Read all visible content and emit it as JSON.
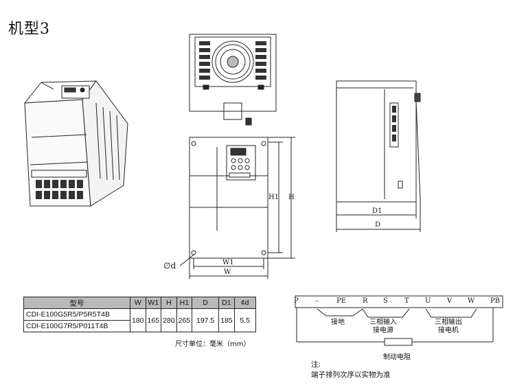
{
  "title": "机型3",
  "dims": {
    "h1": "H1",
    "h": "H",
    "w1": "W1",
    "w": "W",
    "d1": "D1",
    "d": "D",
    "hole": "∅d"
  },
  "spec_table": {
    "headers": [
      "型号",
      "W",
      "W1",
      "H",
      "H1",
      "D",
      "D1",
      "¢d"
    ],
    "models": [
      "CDI-E100G5R5/P5R5T4B",
      "CDI-E100G7R5/P011T4B"
    ],
    "values": [
      "180",
      "165",
      "280",
      "265",
      "197.5",
      "185",
      "5.5"
    ]
  },
  "unit_note": "尺寸单位：毫米（mm）",
  "terminals": {
    "labels": [
      "P",
      "–",
      "PE",
      "R",
      "S",
      "T",
      "U",
      "V",
      "W",
      "PB"
    ],
    "ground": "接地",
    "input_line1": "三相输入",
    "input_line2": "接电源",
    "output_line1": "三相输出",
    "output_line2": "接电机",
    "brake": "制动电阻"
  },
  "notes": {
    "line1": "注:",
    "line2": "端子排列次序以实物为准"
  }
}
